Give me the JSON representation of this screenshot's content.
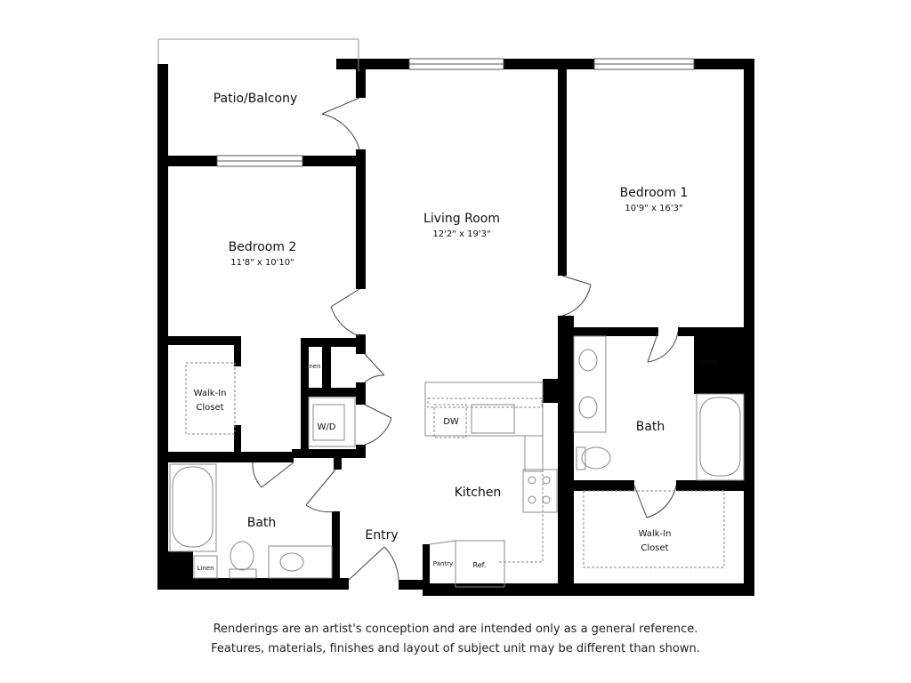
{
  "rooms": {
    "patio": {
      "name": "Patio/Balcony"
    },
    "bedroom2": {
      "name": "Bedroom 2",
      "size": "11'8\" x 10'10\""
    },
    "living": {
      "name": "Living Room",
      "size": "12'2\" x 19'3\""
    },
    "bedroom1": {
      "name": "Bedroom 1",
      "size": "10'9\" x 16'3\""
    },
    "closet2": {
      "name_line1": "Walk-In",
      "name_line2": "Closet"
    },
    "linen_hall": "Linen",
    "wd": "W/D",
    "dw": "DW",
    "kitchen": "Kitchen",
    "bath2": "Bath",
    "linen_bath2": "Linen",
    "entry": "Entry",
    "pantry": "Pantry",
    "ref": "Ref.",
    "bath1": "Bath",
    "linen_bath1": "Linen",
    "closet1": {
      "name_line1": "Walk-In",
      "name_line2": "Closet"
    }
  },
  "disclaimer": {
    "line1": "Renderings are an artist's conception and are intended only as a general reference.",
    "line2": "Features, materials, finishes and layout of subject unit may be different than shown."
  },
  "colors": {
    "wall": "#000000",
    "fixture": "#888888"
  }
}
